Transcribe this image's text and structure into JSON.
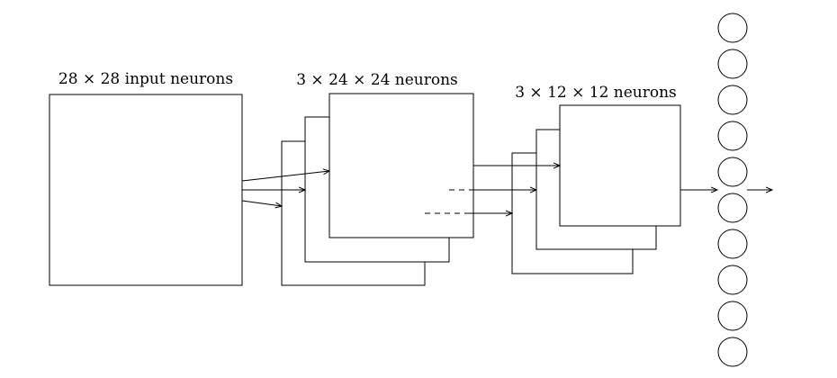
{
  "labels": {
    "input": "28 × 28 input neurons",
    "conv": "3 × 24 × 24 neurons",
    "pool": "3 × 12 × 12 neurons"
  },
  "output_neuron_count": 10,
  "colors": {
    "stroke": "#000000",
    "fill": "#ffffff"
  }
}
